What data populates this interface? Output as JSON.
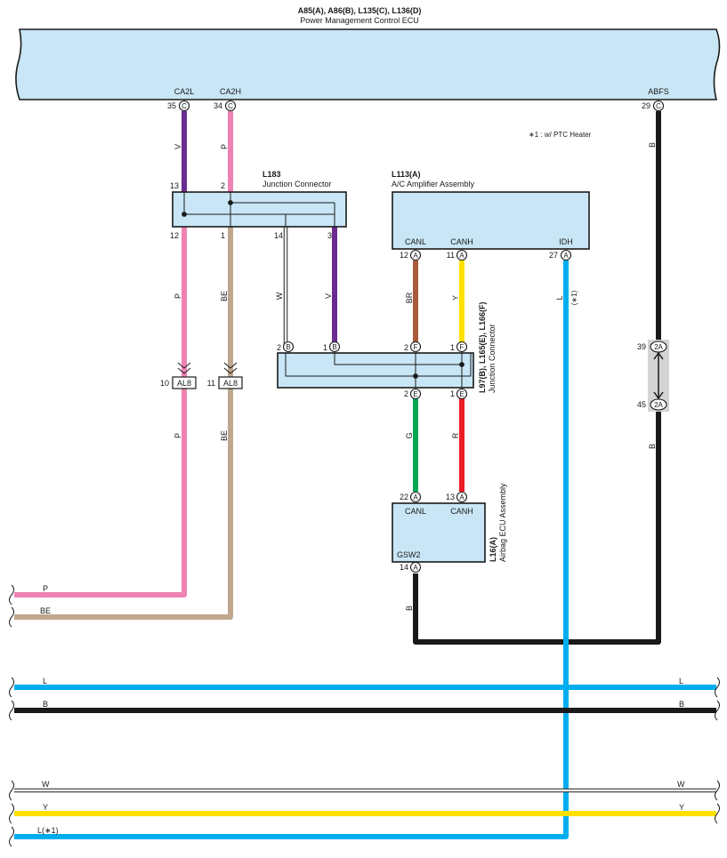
{
  "ecu": {
    "title_line1": "A85(A), A86(B), L135(C), L136(D)",
    "title_line2": "Power Management Control ECU",
    "pins": [
      {
        "num": "35",
        "code": "C",
        "label": "CA2L"
      },
      {
        "num": "34",
        "code": "C",
        "label": "CA2H"
      },
      {
        "num": "29",
        "code": "C",
        "label": "ABFS"
      }
    ]
  },
  "note": "∗1 : w/ PTC Heater",
  "l183": {
    "name": "L183",
    "desc": "Junction Connector",
    "pins_top": [
      "13",
      "2"
    ],
    "pins_bottom": [
      "12",
      "1",
      "14",
      "3"
    ]
  },
  "l113": {
    "name": "L113(A)",
    "desc": "A/C Amplifier Assembly",
    "labels": [
      "CANL",
      "CANH",
      "IDH"
    ],
    "pins": [
      {
        "num": "12",
        "code": "A"
      },
      {
        "num": "11",
        "code": "A"
      },
      {
        "num": "27",
        "code": "A"
      }
    ]
  },
  "jc2": {
    "name": "L97(B), L165(E), L166(F)",
    "desc": "Junction Connector",
    "pins_top": [
      {
        "num": "2",
        "code": "B"
      },
      {
        "num": "1",
        "code": "B"
      },
      {
        "num": "2",
        "code": "F"
      },
      {
        "num": "1",
        "code": "F"
      }
    ],
    "pins_bottom": [
      {
        "num": "2",
        "code": "E"
      },
      {
        "num": "1",
        "code": "E"
      }
    ]
  },
  "airbag": {
    "name": "L16(A)",
    "desc": "Airbag ECU Assembly",
    "labels": [
      "CANL",
      "CANH",
      "GSW2"
    ],
    "pins": [
      {
        "num": "22",
        "code": "A"
      },
      {
        "num": "13",
        "code": "A"
      },
      {
        "num": "14",
        "code": "A"
      }
    ]
  },
  "al8": [
    {
      "num": "10",
      "code": "AL8"
    },
    {
      "num": "11",
      "code": "AL8"
    }
  ],
  "splice": {
    "top": {
      "num": "39",
      "code": "2A"
    },
    "bottom": {
      "num": "45",
      "code": "2A"
    }
  },
  "wire_labels": {
    "v1": "V",
    "p1": "P",
    "p2": "P",
    "be1": "BE",
    "w1": "W",
    "v2": "V",
    "br": "BR",
    "y1": "Y",
    "l1": "L",
    "star1": "(∗1)",
    "b1": "B",
    "b2": "B",
    "g": "G",
    "r": "R",
    "p3": "P",
    "be2": "BE",
    "b3": "B"
  },
  "bus_labels": {
    "p": "P",
    "be": "BE",
    "l_left": "L",
    "l_right": "L",
    "b_left": "B",
    "b_right": "B",
    "w_left": "W",
    "w_right": "W",
    "y_left": "Y",
    "y_right": "Y",
    "lstar": "L(∗1)"
  },
  "colors": {
    "violet": "#6a2c91",
    "pink": "#ee82b4",
    "beige": "#bfa68d",
    "brown": "#a85a3c",
    "yellow": "#ffe000",
    "blue": "#00aeef",
    "black": "#1a1a1a",
    "green": "#00a651",
    "red": "#ed1c24",
    "box_fill": "#c8e6f5",
    "splice_gray": "#d4d4d4"
  }
}
